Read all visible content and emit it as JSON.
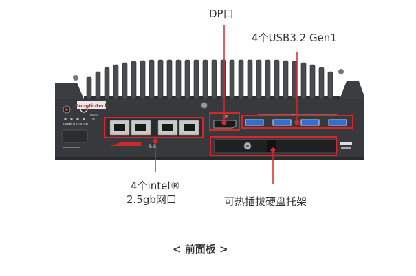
{
  "labels": {
    "dp_port": "DP口",
    "usb_ports": "4个USB3.2 Gen1",
    "lan_line1": "4个intel®",
    "lan_line2": "2.5gb网口",
    "hdd_tray": "可热插拔硬盘托架"
  },
  "caption": "< 前面板 >",
  "device": {
    "brand_logo": "Dongtintech",
    "indicator_labels": [
      "PWR",
      "WDT",
      "HDD",
      "IGN"
    ],
    "reset_label": "Reset",
    "dp_silk": "DP",
    "usb_silk": "SS"
  },
  "colors": {
    "callout_red": "#d9262c",
    "chassis": "#3c3d40",
    "usb_blue": "#2f6fd6"
  }
}
